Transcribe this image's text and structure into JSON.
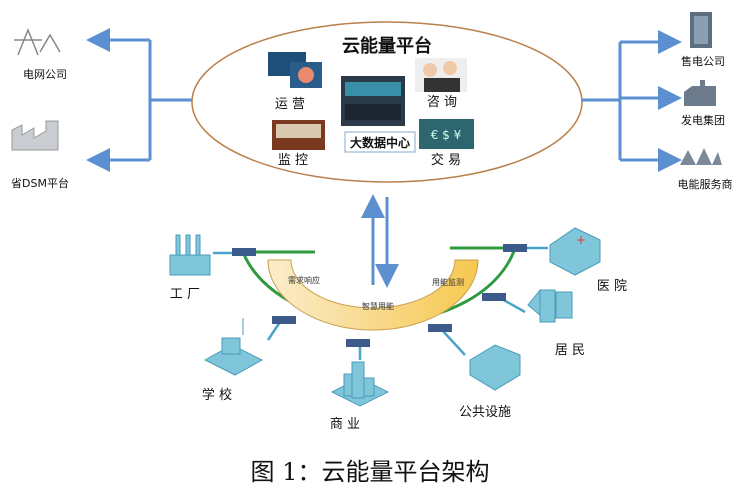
{
  "platform": {
    "title": "云能量平台",
    "operations": "运 营",
    "consulting": "咨 询",
    "monitoring": "监 控",
    "trading": "交 易",
    "data_center": "大数据中心"
  },
  "left": {
    "grid_company": "电网公司",
    "dsm_platform": "省DSM平台"
  },
  "right": {
    "retail_company": "售电公司",
    "generation_group": "发电集团",
    "service_provider": "电能服务商"
  },
  "ring": {
    "demand_response": "需求响应",
    "smart_energy": "智慧用能",
    "energy_monitoring": "用能监测"
  },
  "nodes": {
    "factory": "工 厂",
    "hospital": "医 院",
    "residents": "居 民",
    "public": "公共设施",
    "commerce": "商 业",
    "school": "学 校"
  },
  "caption": "图 1：云能量平台架构",
  "colors": {
    "arrow": "#5b8fcf",
    "ring": "#2f9a3f",
    "band": "#f7d27a",
    "ellipse": "#b8804a"
  }
}
